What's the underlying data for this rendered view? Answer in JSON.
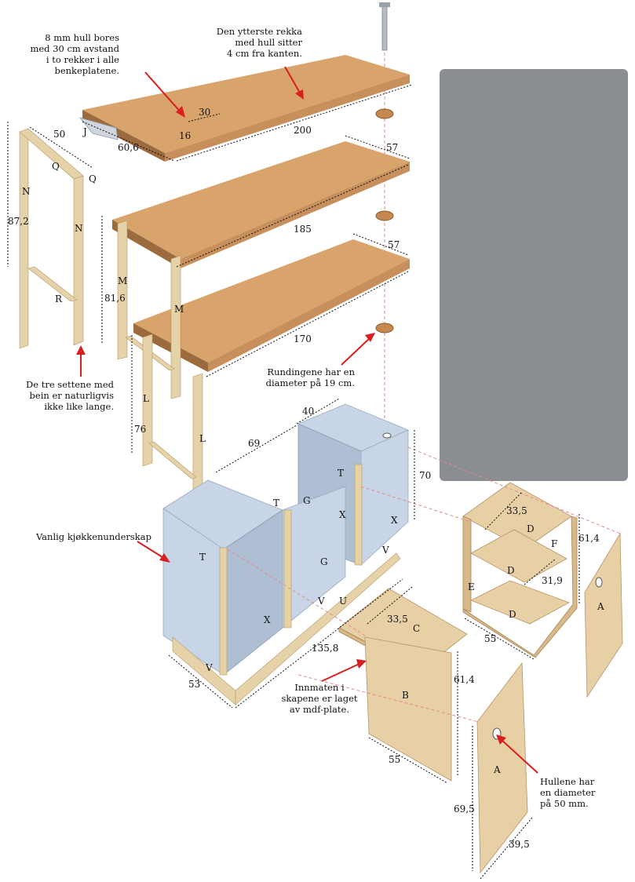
{
  "annotations": {
    "holes_note": [
      "8 mm hull bores",
      "med 30 cm avstand",
      "i to rekker i alle",
      "benkeplatene."
    ],
    "outer_row_note": [
      "Den ytterste rekka",
      "med hull sitter",
      "4 cm fra kanten."
    ],
    "legs_note": [
      "De tre settene med",
      "bein er naturligvis",
      "ikke like lange."
    ],
    "discs_note": [
      "Rundingene har en",
      "diameter på 19 cm."
    ],
    "cabinet_note": "Vanlig kjøkkenunderskap",
    "mdf_note": [
      "Innmaten i",
      "skapene er laget",
      "av mdf-plate."
    ],
    "holes50_note": [
      "Hullene har",
      "en diameter",
      "på 50 mm."
    ]
  },
  "dimensions": {
    "d30": "30",
    "d16": "16",
    "d60_6": "60,6",
    "d200": "200",
    "d57a": "57",
    "d50": "50",
    "d87_2": "87,2",
    "d185": "185",
    "d57b": "57",
    "d81_6": "81,6",
    "d170": "170",
    "d76": "76",
    "d40": "40",
    "d69": "69",
    "d70": "70",
    "d33_5a": "33,5",
    "d61_4a": "61,4",
    "d31_9": "31,9",
    "d55a": "55",
    "d135_8": "135,8",
    "d53": "53",
    "d33_5b": "33,5",
    "d61_4b": "61,4",
    "d55b": "55",
    "d69_5": "69,5",
    "d39_5": "39,5"
  },
  "part_letters": {
    "J": "J",
    "Q": "Q",
    "N": "N",
    "R": "R",
    "M": "M",
    "L": "L",
    "T": "T",
    "G": "G",
    "X": "X",
    "U": "U",
    "V": "V",
    "D": "D",
    "F": "F",
    "E": "E",
    "A": "A",
    "C": "C",
    "B": "B"
  },
  "colors": {
    "arrow": "#d81e1e",
    "wood": "#c78f5b",
    "cabinet": "#c7d5e6",
    "mdf": "#e8d0a6",
    "gray_box": "#8a8d91"
  }
}
